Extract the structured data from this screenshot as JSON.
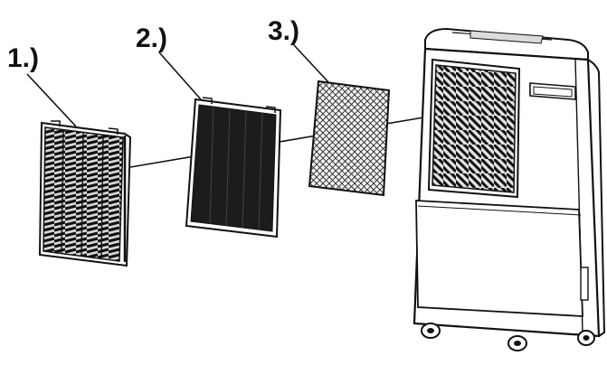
{
  "labels": {
    "filter_1": "1.)",
    "filter_2": "2.)",
    "filter_3": "3.)"
  },
  "colors": {
    "ink": "#111111",
    "dark_panel": "#1c1c1c",
    "background": "#ffffff"
  }
}
